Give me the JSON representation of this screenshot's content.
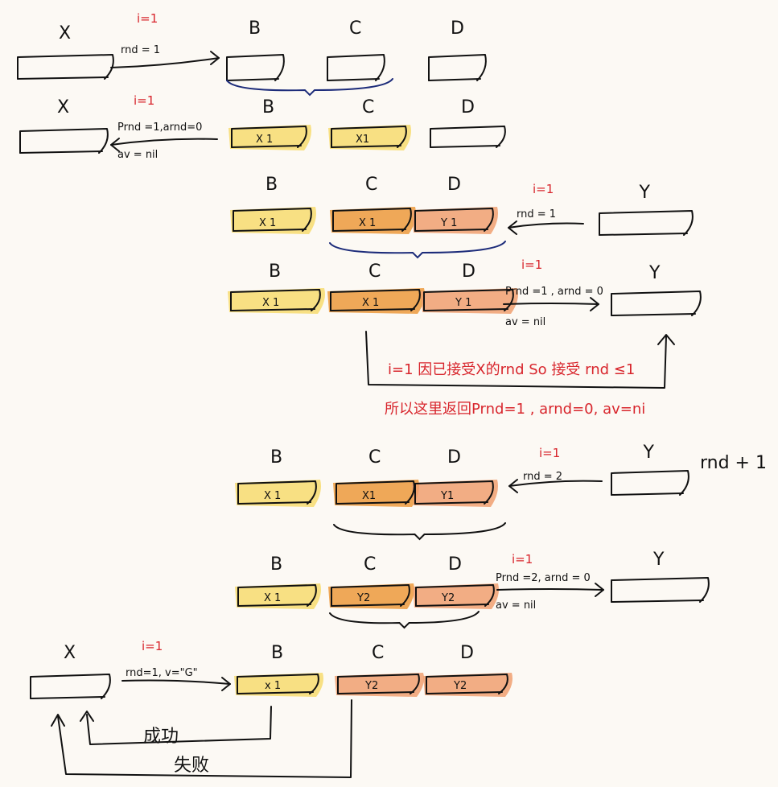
{
  "colors": {
    "background": "#fcf9f4",
    "yellow": "#f7dc6f",
    "orange": "#ec9a3c",
    "salmon": "#f0a070",
    "ink": "#111111",
    "red": "#d8262d",
    "blue": "#1d2c7a"
  },
  "rows": [
    {
      "i_label": "i=1",
      "arrow_text": [
        "rnd = 1"
      ],
      "left_node": "X",
      "nodes": [
        {
          "name": "B",
          "value": "",
          "fill": "none"
        },
        {
          "name": "C",
          "value": "",
          "fill": "none"
        },
        {
          "name": "D",
          "value": "",
          "fill": "none"
        }
      ]
    },
    {
      "i_label": "i=1",
      "arrow_text": [
        "Prnd =1,arnd=0",
        "av = nil"
      ],
      "left_node": "X",
      "nodes": [
        {
          "name": "B",
          "value": "X 1",
          "fill": "yellow"
        },
        {
          "name": "C",
          "value": "X1",
          "fill": "yellow"
        },
        {
          "name": "D",
          "value": "",
          "fill": "none"
        }
      ]
    },
    {
      "i_label": "i=1",
      "arrow_text": [
        "rnd = 1"
      ],
      "right_node": "Y",
      "nodes": [
        {
          "name": "B",
          "value": "X 1",
          "fill": "yellow"
        },
        {
          "name": "C",
          "value": "X 1",
          "fill": "orange"
        },
        {
          "name": "D",
          "value": "Y 1",
          "fill": "salmon"
        }
      ]
    },
    {
      "i_label": "i=1",
      "arrow_text": [
        "Prnd =1 , arnd = 0",
        "av = nil"
      ],
      "right_node": "Y",
      "nodes": [
        {
          "name": "B",
          "value": "X 1",
          "fill": "yellow"
        },
        {
          "name": "C",
          "value": "X 1",
          "fill": "orange"
        },
        {
          "name": "D",
          "value": "Y 1",
          "fill": "salmon"
        }
      ]
    },
    {
      "i_label": "i=1",
      "arrow_text": [
        "rnd = 2"
      ],
      "right_node": "Y",
      "side_note": "rnd + 1",
      "nodes": [
        {
          "name": "B",
          "value": "X 1",
          "fill": "yellow"
        },
        {
          "name": "C",
          "value": "X1",
          "fill": "orange"
        },
        {
          "name": "D",
          "value": "Y1",
          "fill": "salmon"
        }
      ]
    },
    {
      "i_label": "i=1",
      "arrow_text": [
        "Prnd =2, arnd = 0",
        "av = nil"
      ],
      "right_node": "Y",
      "nodes": [
        {
          "name": "B",
          "value": "X 1",
          "fill": "yellow"
        },
        {
          "name": "C",
          "value": "Y2",
          "fill": "orange"
        },
        {
          "name": "D",
          "value": "Y2",
          "fill": "salmon"
        }
      ]
    },
    {
      "i_label": "i=1",
      "arrow_text": [
        "rnd=1, v=\"G\""
      ],
      "left_node": "X",
      "nodes": [
        {
          "name": "B",
          "value": "x 1",
          "fill": "yellow"
        },
        {
          "name": "C",
          "value": "Y2",
          "fill": "salmon"
        },
        {
          "name": "D",
          "value": "Y2",
          "fill": "salmon"
        }
      ]
    }
  ],
  "annotation": {
    "line1": "i=1  因已接受X的rnd So 接受 rnd ≤1",
    "line2": "所以这里返回Prnd=1 , arnd=0, av=ni"
  },
  "success_label": "成功",
  "fail_label": "失败"
}
